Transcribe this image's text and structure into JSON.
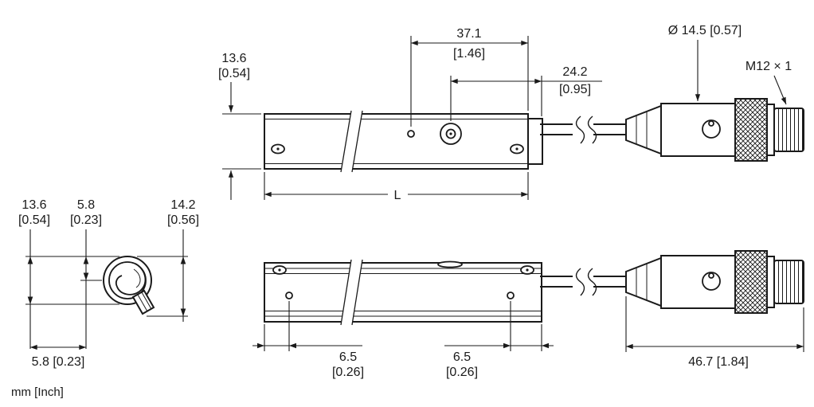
{
  "colors": {
    "ink": "#1a1a1a",
    "background": "#ffffff"
  },
  "side_view": {
    "height_mm": "13.6",
    "height_in": "[0.54]",
    "dim1_mm": "37.1",
    "dim1_in": "[1.46]",
    "dim2_mm": "24.2",
    "dim2_in": "[0.95]",
    "length": "L",
    "connector_diameter": "Ø 14.5 [0.57]",
    "thread": "M12 × 1"
  },
  "end_view": {
    "height_mm": "13.6",
    "height_in": "[0.54]",
    "center_offset_mm": "5.8",
    "center_offset_in": "[0.23]",
    "depth_mm": "14.2",
    "depth_in": "[0.56]",
    "horizontal_offset": "5.8 [0.23]"
  },
  "bottom_view": {
    "hole_offset_left_mm": "6.5",
    "hole_offset_left_in": "[0.26]",
    "hole_offset_right_mm": "6.5",
    "hole_offset_right_in": "[0.26]",
    "connector_length": "46.7 [1.84]"
  },
  "footer": {
    "units": "mm [Inch]"
  }
}
